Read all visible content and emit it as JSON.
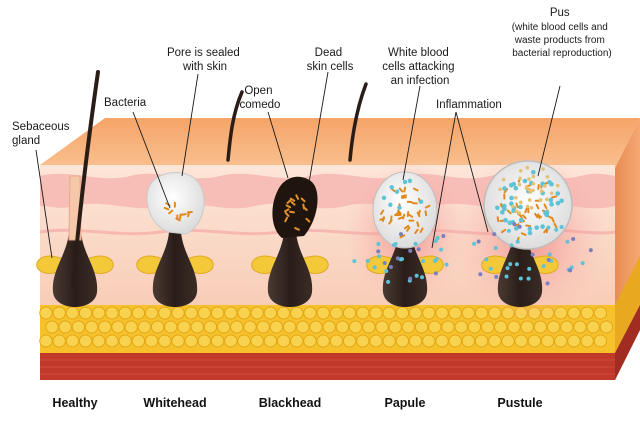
{
  "labels": {
    "sebaceous_gland": [
      "Sebaceous",
      "gland"
    ],
    "bacteria": "Bacteria",
    "pore_sealed": [
      "Pore is sealed",
      "with skin"
    ],
    "open_comedo": [
      "Open",
      "comedo"
    ],
    "dead_skin_cells": [
      "Dead",
      "skin cells"
    ],
    "white_blood_cells": [
      "White blood",
      "cells attacking",
      "an infection"
    ],
    "inflammation": "Inflammation",
    "pus": [
      "Pus",
      "(white blood cells and",
      "waste products from",
      "bacterial reproduction)"
    ]
  },
  "stages": [
    "Healthy",
    "Whitehead",
    "Blackhead",
    "Papule",
    "Pustule"
  ],
  "colors": {
    "skin_top": "#f7b07a",
    "skin_front": "#fbd9c4",
    "epidermis_pink": "#f6b7b2",
    "fat": "#f6c12b",
    "muscle": "#c0392b",
    "follicle": "#2e211c",
    "gland": "#f3c93a",
    "bacteria": "#e08a1e",
    "wbc": "#5ec3d6",
    "inflammation": "#f2a3a3"
  }
}
